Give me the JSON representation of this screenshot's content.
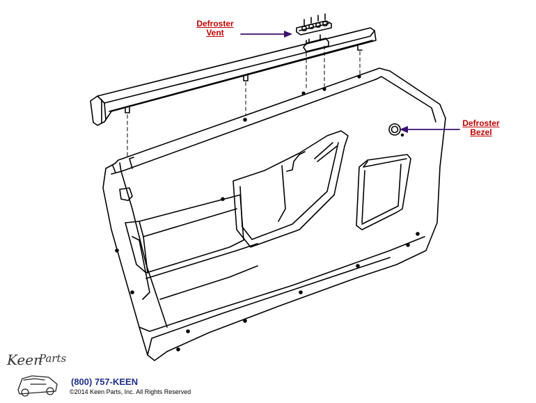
{
  "labels": {
    "defroster_vent": [
      "Defroster",
      "Vent"
    ],
    "defroster_bezel": [
      "Defroster",
      "Bezel"
    ]
  },
  "footer": {
    "phone": "(800) 757-KEEN",
    "copyright": "©2014 Keen Parts, Inc. All Rights Reserved"
  },
  "logo": {
    "text": "Keen Parts",
    "icon": "car-logo-icon"
  },
  "colors": {
    "link": "#c00000",
    "arrow": "#3b0f6e",
    "phone": "#1c2f8a",
    "line": "#000000"
  }
}
